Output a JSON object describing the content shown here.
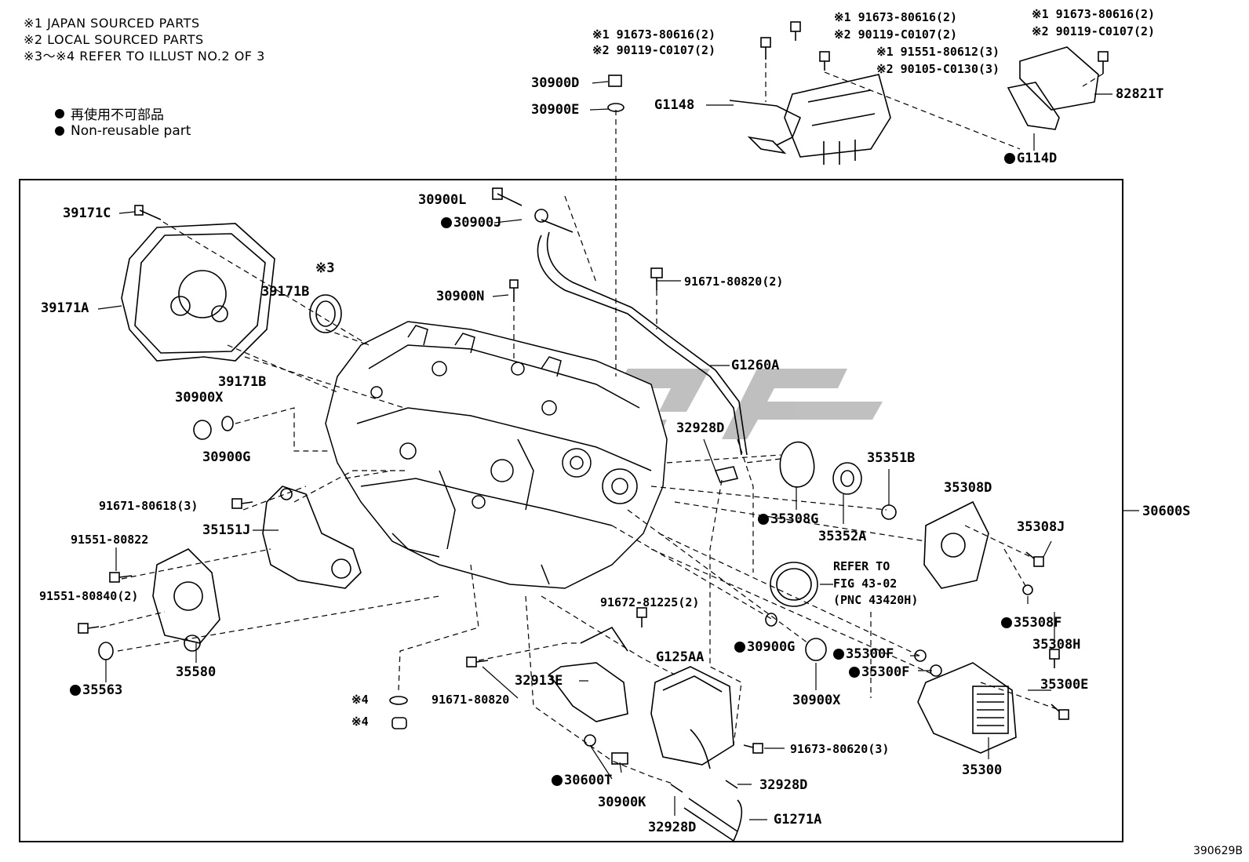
{
  "notes": [
    "※1 JAPAN SOURCED PARTS",
    "※2 LOCAL SOURCED PARTS",
    "※3～※4 REFER TO ILLUST NO.2 OF 3"
  ],
  "legend": {
    "jp": "再使用不可部品",
    "en": "Non-reusable part"
  },
  "labels": {
    "p30900D": "30900D",
    "p30900E": "30900E",
    "p_a1": "※1 91673-80616(2)",
    "p_a2": "※2 90119-C0107(2)",
    "p_b1": "※1 91673-80616(2)",
    "p_b2": "※2 90119-C0107(2)",
    "p_c1": "※1 91551-80612(3)",
    "p_c2": "※2 90105-C0130(3)",
    "p_d1": "※1 91673-80616(2)",
    "p_d2": "※2 90119-C0107(2)",
    "pG1148": "G1148",
    "p82821T": "82821T",
    "pG114D": "G114D",
    "p39171C": "39171C",
    "p30900L": "30900L",
    "p30900J": "30900J",
    "p39171A": "39171A",
    "p39171B1": "39171B",
    "pRef3": "※3",
    "p30900N": "30900N",
    "p91671_80820_2": "91671-80820(2)",
    "pG1260A": "G1260A",
    "p39171B2": "39171B",
    "p30900X1": "30900X",
    "p30900G1": "30900G",
    "p32928D1": "32928D",
    "p35351B": "35351B",
    "p35308D": "35308D",
    "p91671_80618": "91671-80618(3)",
    "p35151J": "35151J",
    "p35308G": "35308G",
    "p35352A": "35352A",
    "p35308J": "35308J",
    "p30600S": "30600S",
    "p91551_80822": "91551-80822",
    "ref1": "REFER TO",
    "ref2": "FIG 43-02",
    "ref3": "(PNC 43420H)",
    "p91551_80840": "91551-80840(2)",
    "p91672_81225": "91672-81225(2)",
    "p35308F": "35308F",
    "p35308H": "35308H",
    "p30900G2": "30900G",
    "p35300F1": "35300F",
    "p35300F2": "35300F",
    "pG125AA": "G125AA",
    "p35580": "35580",
    "p35563": "35563",
    "p30900X2": "30900X",
    "p35300E": "35300E",
    "p32913E": "32913E",
    "p91671_80820": "91671-80820",
    "pRef4a": "※4",
    "pRef4b": "※4",
    "p91673_80620": "91673-80620(3)",
    "p35300": "35300",
    "p30600T": "30600T",
    "p32928D2": "32928D",
    "p30900K": "30900K",
    "p32928D3": "32928D",
    "pG1271A": "G1271A"
  },
  "figure_id": "390629B"
}
